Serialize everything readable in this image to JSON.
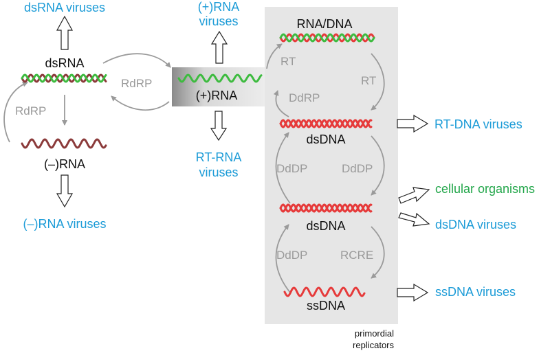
{
  "labels": {
    "dsrna_viruses": "dsRNA viruses",
    "plus_rna_viruses_line1": "(+)RNA",
    "plus_rna_viruses_line2": "viruses",
    "rna_dna": "RNA/DNA",
    "dsrna": "dsRNA",
    "rdrp_left": "RdRP",
    "rdrp_mid": "RdRP",
    "minus_rna": "(–)RNA",
    "minus_rna_viruses": "(–)RNA viruses",
    "plus_rna": "(+)RNA",
    "rt_rna_viruses_line1": "RT-RNA",
    "rt_rna_viruses_line2": "viruses",
    "rt_upper": "RT",
    "rt_right": "RT",
    "ddrp": "DdRP",
    "dsdna_1": "dsDNA",
    "ddrp_left": "DdDP",
    "ddrp_right": "DdDP",
    "dsdna_2": "dsDNA",
    "dddp_lower": "DdDP",
    "rcre": "RCRE",
    "ssdna": "ssDNA",
    "rt_dna_viruses": "RT-DNA viruses",
    "cellular_organisms": "cellular organisms",
    "dsdna_viruses": "dsDNA viruses",
    "ssdna_viruses": "ssDNA viruses",
    "primordial_line1": "primordial",
    "primordial_line2": "replicators"
  },
  "colors": {
    "blue_label": "#1b9bd7",
    "green_label": "#22a64a",
    "gray_label": "#9a9a9a",
    "rna_green": "#3dbb3f",
    "rna_brown": "#8b3a3a",
    "dna_red": "#e63a3a",
    "panel_gray": "#e6e6e6"
  }
}
